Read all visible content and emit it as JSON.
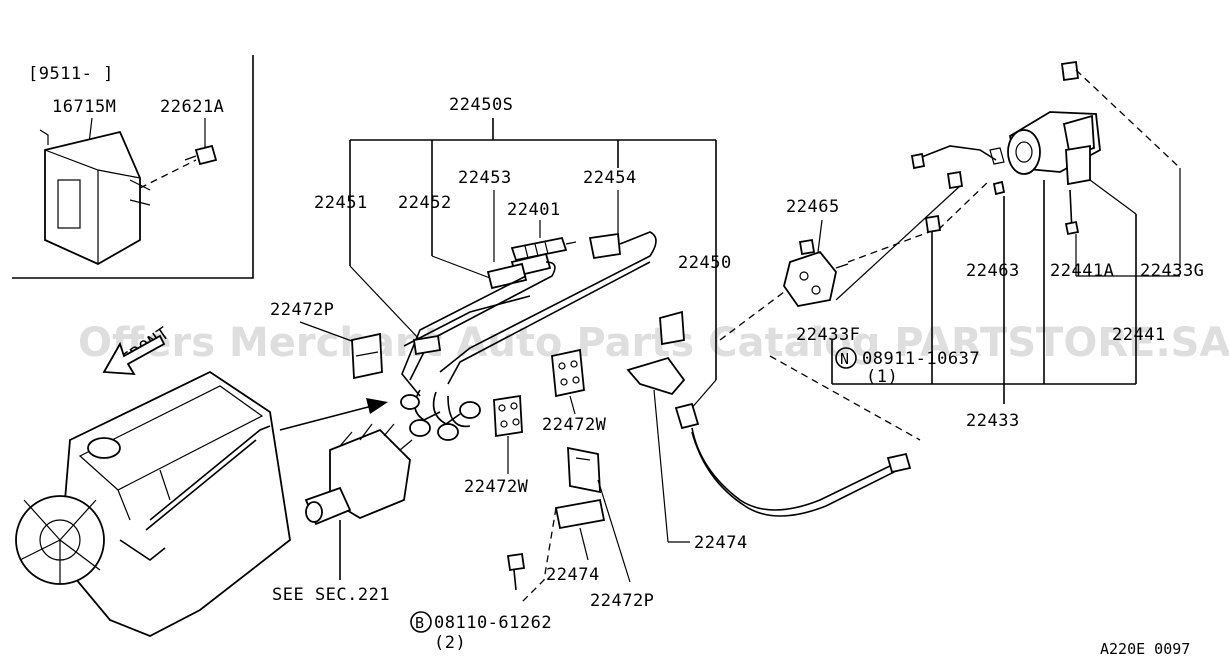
{
  "inset": {
    "bracket": "[9511-     ]",
    "parts": [
      "16715M",
      "22621A"
    ]
  },
  "labels": {
    "p22450S": "22450S",
    "p22451": "22451",
    "p22452": "22452",
    "p22453": "22453",
    "p22401": "22401",
    "p22454": "22454",
    "p22450": "22450",
    "p22465": "22465",
    "p22463": "22463",
    "p22441A": "22441A",
    "p22433G": "22433G",
    "p22433F": "22433F",
    "p22441": "22441",
    "p22433": "22433",
    "p22472P_top": "22472P",
    "p22472W_a": "22472W",
    "p22472W_b": "22472W",
    "p22474_a": "22474",
    "p22474_b": "22474",
    "p22472P_bottom": "22472P",
    "front": "FRONT",
    "see_sec": "SEE SEC.221",
    "n_code": "N",
    "n_part": "08911-10637",
    "n_qty": "(1)",
    "b_code": "B",
    "b_part": "08110-61262",
    "b_qty": "(2)",
    "figure_id": "A220E 0097"
  },
  "watermark": "Offers Merchant Auto Parts Catalog PARTSTORE.SA"
}
